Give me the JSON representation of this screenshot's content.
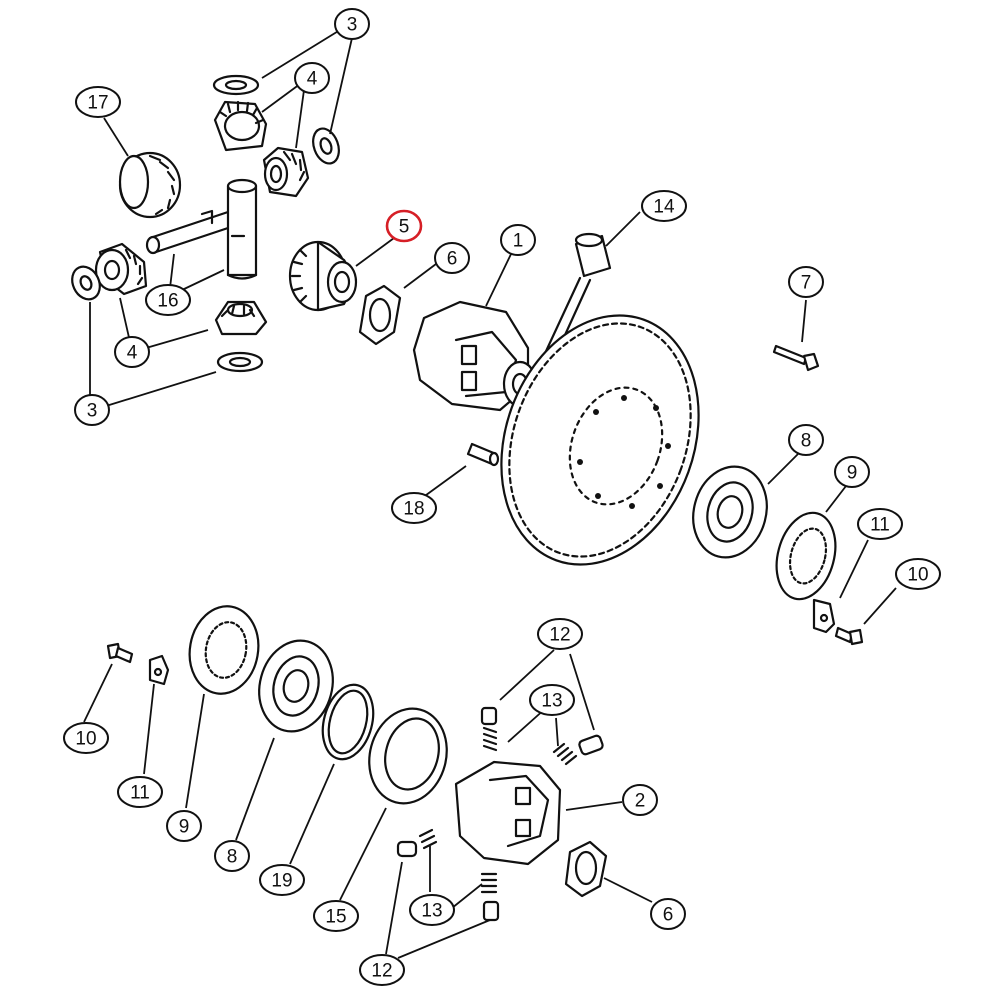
{
  "diagram": {
    "highlight_color": "#d61f26",
    "line_color": "#111111",
    "background": "#ffffff",
    "callouts": [
      {
        "id": "c3-top",
        "label": "3"
      },
      {
        "id": "c4-top",
        "label": "4"
      },
      {
        "id": "c17",
        "label": "17"
      },
      {
        "id": "c5",
        "label": "5",
        "highlighted": true
      },
      {
        "id": "c14",
        "label": "14"
      },
      {
        "id": "c1",
        "label": "1"
      },
      {
        "id": "c6-top",
        "label": "6"
      },
      {
        "id": "c16",
        "label": "16"
      },
      {
        "id": "c4-bottom",
        "label": "4"
      },
      {
        "id": "c3-bottom",
        "label": "3"
      },
      {
        "id": "c7",
        "label": "7"
      },
      {
        "id": "c18",
        "label": "18"
      },
      {
        "id": "c8-top",
        "label": "8"
      },
      {
        "id": "c9-top",
        "label": "9"
      },
      {
        "id": "c11-right",
        "label": "11"
      },
      {
        "id": "c10-right",
        "label": "10"
      },
      {
        "id": "c12-top",
        "label": "12"
      },
      {
        "id": "c13-mid",
        "label": "13"
      },
      {
        "id": "c2",
        "label": "2"
      },
      {
        "id": "c10-left",
        "label": "10"
      },
      {
        "id": "c11-left",
        "label": "11"
      },
      {
        "id": "c9-bottom",
        "label": "9"
      },
      {
        "id": "c8-bottom",
        "label": "8"
      },
      {
        "id": "c19",
        "label": "19"
      },
      {
        "id": "c15",
        "label": "15"
      },
      {
        "id": "c13-bottom",
        "label": "13"
      },
      {
        "id": "c12-bottom",
        "label": "12"
      },
      {
        "id": "c6-bottom",
        "label": "6"
      }
    ]
  }
}
